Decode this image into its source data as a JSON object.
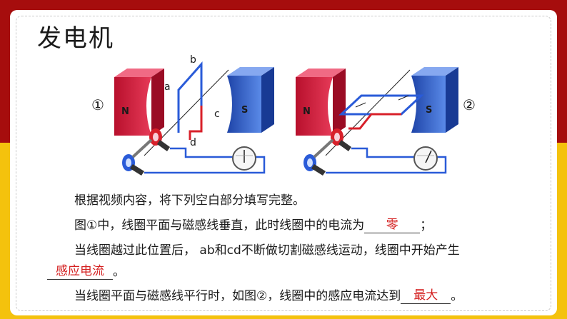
{
  "slide": {
    "title": "发电机"
  },
  "figure": {
    "fig1_number": "①",
    "fig2_number": "②",
    "magnet_n": "N",
    "magnet_s": "S",
    "label_a": "a",
    "label_b": "b",
    "label_c": "c",
    "label_d": "d"
  },
  "body": {
    "intro": "根据视频内容，将下列空白部分填写完整。",
    "q1_before": "图①中，线圈平面与磁感线垂直，此时线圈中的电流为",
    "q1_answer": "零",
    "q1_after": "；",
    "q2_line1": "当线圈越过此位置后，  ab和cd不断做切割磁感线运动，线圈中开始产生",
    "q2_answer": "感应电流",
    "q2_after": "。",
    "q3_before": "当线圈平面与磁感线平行时，如图②，线圈中的感应电流达到",
    "q3_answer": "最大",
    "q3_after": "。"
  },
  "colors": {
    "frame_red": "#a60d0d",
    "frame_yellow": "#f4c20d",
    "answer_red": "#d42020",
    "magnet_n": "#d62040",
    "magnet_s": "#2f63c8",
    "coil_blue": "#2a5bd8",
    "coil_red": "#d8202a"
  }
}
